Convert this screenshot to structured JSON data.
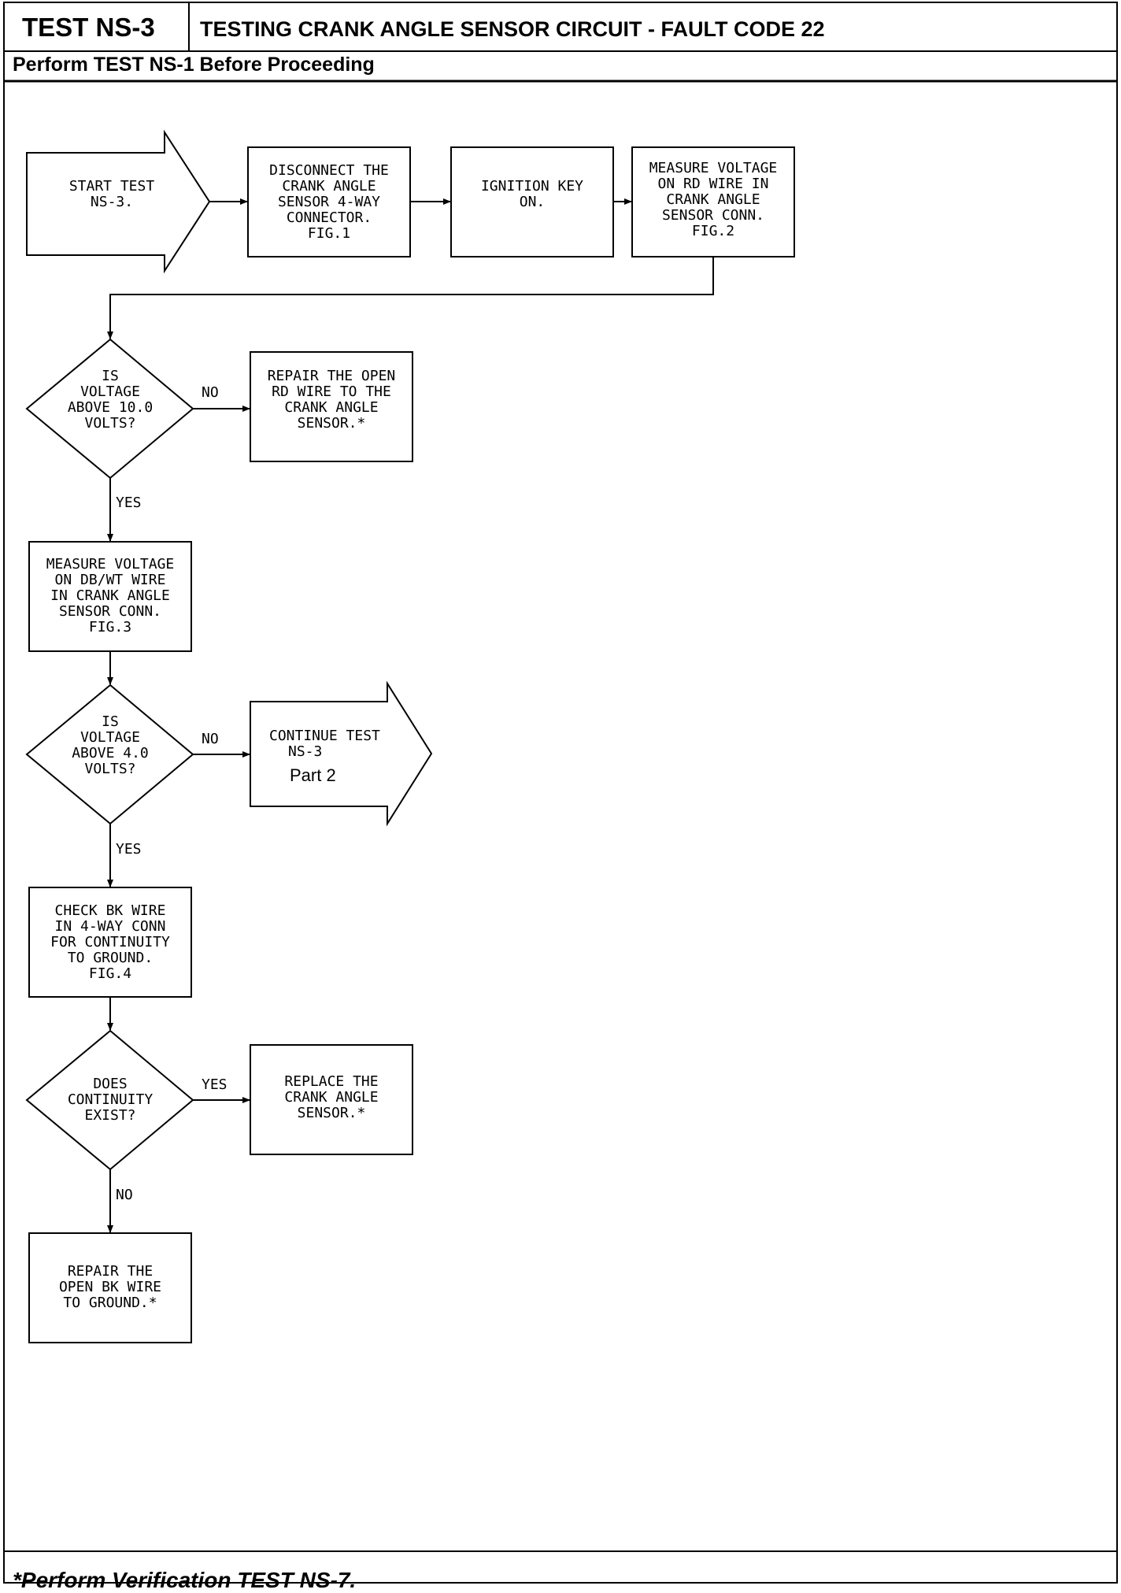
{
  "header": {
    "test_id": "TEST NS-3",
    "title": "TESTING CRANK ANGLE SENSOR CIRCUIT - FAULT CODE 22",
    "prerequisite": "Perform TEST NS-1 Before Proceeding"
  },
  "footer": {
    "note": "*Perform Verification TEST NS-7."
  },
  "nodes": {
    "start": [
      "START TEST",
      "NS-3."
    ],
    "disconnect": [
      "DISCONNECT THE",
      "CRANK ANGLE",
      "SENSOR 4-WAY",
      "CONNECTOR.",
      "FIG.1"
    ],
    "ignition": [
      "IGNITION KEY",
      "ON."
    ],
    "measure_rd": [
      "MEASURE VOLTAGE",
      "ON RD WIRE IN",
      "CRANK ANGLE",
      "SENSOR CONN.",
      "FIG.2"
    ],
    "decision_10v": [
      "IS",
      "VOLTAGE",
      "ABOVE 10.0",
      "VOLTS?"
    ],
    "repair_rd": [
      "REPAIR THE OPEN",
      "RD WIRE TO THE",
      "CRANK ANGLE",
      "SENSOR.*"
    ],
    "measure_dbwt": [
      "MEASURE VOLTAGE",
      "ON DB/WT WIRE",
      "IN CRANK ANGLE",
      "SENSOR CONN.",
      "FIG.3"
    ],
    "decision_4v": [
      "IS",
      "VOLTAGE",
      "ABOVE 4.0",
      "VOLTS?"
    ],
    "continue": [
      "CONTINUE TEST",
      "NS-3"
    ],
    "continue_part": "Part 2",
    "check_bk": [
      "CHECK BK WIRE",
      "IN 4-WAY CONN",
      "FOR CONTINUITY",
      "TO GROUND.",
      "FIG.4"
    ],
    "decision_cont": [
      "DOES",
      "CONTINUITY",
      "EXIST?"
    ],
    "replace": [
      "REPLACE THE",
      "CRANK ANGLE",
      "SENSOR.*"
    ],
    "repair_bk": [
      "REPAIR THE",
      "OPEN BK WIRE",
      "TO GROUND.*"
    ]
  },
  "edge_labels": {
    "d1_no": "NO",
    "d1_yes": "YES",
    "d2_no": "NO",
    "d2_yes": "YES",
    "d3_yes": "YES",
    "d3_no": "NO"
  }
}
